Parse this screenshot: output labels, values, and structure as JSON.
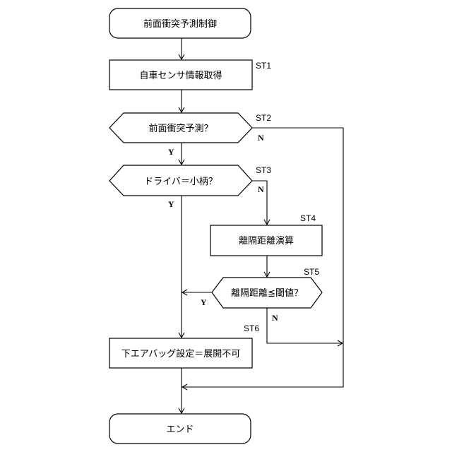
{
  "nodes": {
    "start": "前面衝突予測制御",
    "st1": "自車センサ情報取得",
    "st2": "前面衝突予測？",
    "st3": "ドライバ＝小柄？",
    "st4": "離隔距離演算",
    "st5": "離隔距離≦閾値？",
    "st6": "下エアバッグ設定＝展開不可",
    "end": "エンド"
  },
  "step_labels": {
    "st1": "ST1",
    "st2": "ST2",
    "st3": "ST3",
    "st4": "ST4",
    "st5": "ST5",
    "st6": "ST6"
  },
  "branch_labels": {
    "st2_yes": "Y",
    "st2_no": "N",
    "st3_yes": "Y",
    "st3_no": "N",
    "st5_yes": "Y",
    "st5_no": "N"
  }
}
